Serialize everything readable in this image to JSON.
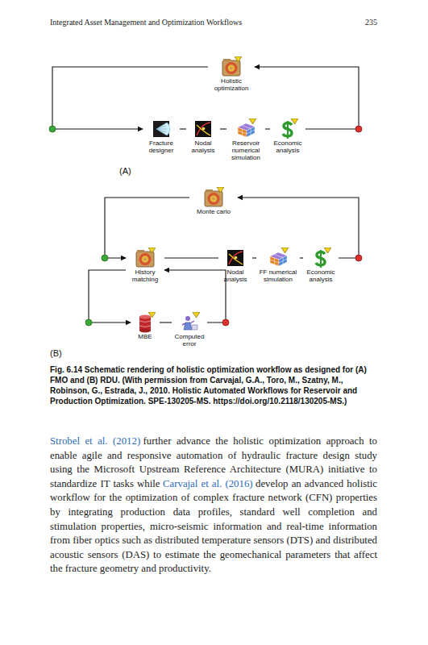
{
  "diagram": {
    "caption": "Fig. 6.14 Schematic rendering of holistic optimization workflow as designed for (A) FMO and (B) RDU. (With permission from Carvajal, G.A., Toro, M., Szatny, M., Robinson, G., Estrada, J., 2010. Holistic Automated Workflows for Reservoir and Production Optimization. SPE-130205-MS. https://doi.org/10.2118/130205-MS.)",
    "nodes": [
      {
        "text": [
          "Holistic optimization"
        ]
      },
      {
        "text": [
          "Fracture designer"
        ]
      },
      {
        "text": [
          "Nodal analysis"
        ]
      },
      {
        "text": [
          "Reservoir numerical simulation"
        ]
      },
      {
        "text": [
          "Economic analysis"
        ]
      },
      {
        "text": [
          "Monte carlo"
        ]
      },
      {
        "text": [
          "History matching"
        ]
      },
      {
        "text": [
          "Nodal analysis"
        ]
      },
      {
        "text": [
          "FF numerical simulation"
        ]
      },
      {
        "text": [
          "Economic analysis"
        ]
      },
      {
        "text": [
          "MBE"
        ]
      },
      {
        "text": [
          "Computed error"
        ]
      }
    ],
    "edges": [
      {
        "from": 1,
        "to": 2,
        "arrow": "none"
      },
      {
        "from": 2,
        "to": 3,
        "arrow": "none"
      },
      {
        "from": 3,
        "to": 4,
        "arrow": "none"
      },
      {
        "from": 4,
        "to": 0,
        "arrow": "to"
      },
      {
        "from": 0,
        "to": 1,
        "arrow": "to"
      },
      {
        "from": 6,
        "to": 7,
        "arrow": "none"
      },
      {
        "from": 7,
        "to": 8,
        "arrow": "none"
      },
      {
        "from": 8,
        "to": 9,
        "arrow": "none"
      },
      {
        "from": 9,
        "to": 5,
        "arrow": "to"
      },
      {
        "from": 5,
        "to": 6,
        "arrow": "to"
      },
      {
        "from": 6,
        "to": 10,
        "arrow": "to"
      },
      {
        "from": 10,
        "to": 11,
        "arrow": "none"
      },
      {
        "from": 11,
        "to": 6,
        "arrow": "to"
      }
    ],
    "labels": [
      "Integrated Asset Management and Optimization Workflows",
      "235",
      "(A)",
      "(B)",
      "Strobel et al. (2012)",
      "further advance the holistic optimization approach to enable agile and responsive automation of hydraulic fracture design study using the Microsoft Upstream Reference Architecture (MURA) initiative to standardize IT tasks while",
      "Carvajal et al. (2016)",
      "develop an advanced holistic workflow for the optimization of complex fracture network (CFN) properties by integrating production data profiles, standard well completion and stimulation properties, micro-seismic information and real-time information from fiber optics such as distributed temperature sensors (DTS) and distributed acoustic sensors (DAS) to estimate the geomechanical parameters that affect the fracture geometry and productivity."
    ]
  }
}
